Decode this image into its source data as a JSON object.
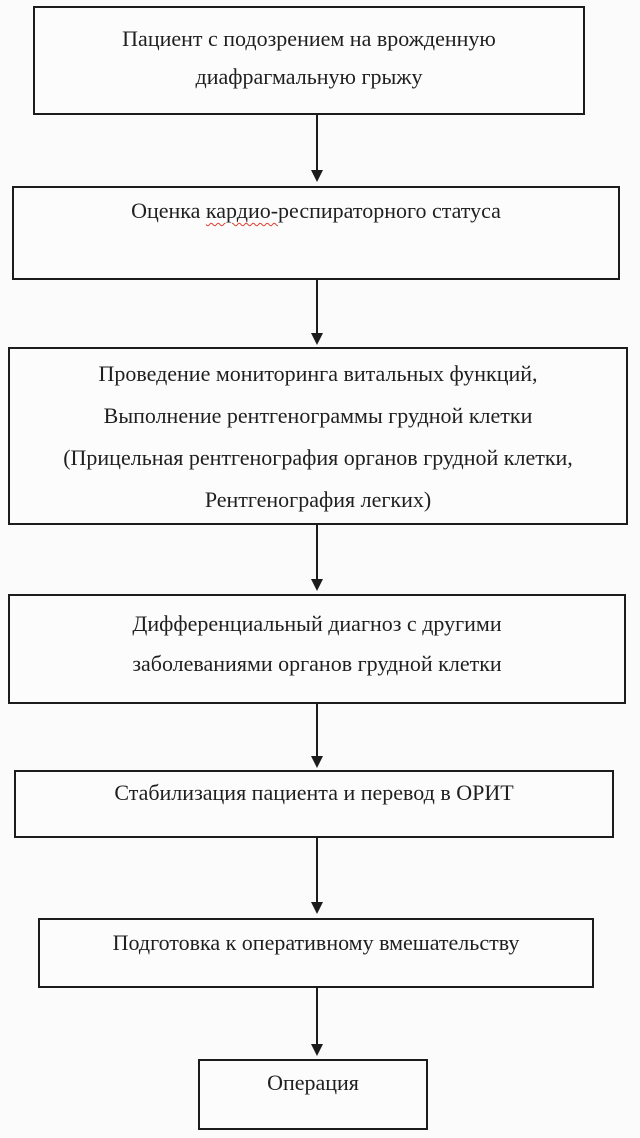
{
  "page": {
    "background": "#fbfbfb",
    "ink_color": "#1c1c1c",
    "spellcheck_underline_color": "#e03a2f",
    "language": "ru"
  },
  "flowchart": {
    "nodes": [
      {
        "name": "patient-suspected-cdh",
        "lines": [
          "Пациент с подозрением на врожденную",
          "диафрагмальную грыжу"
        ]
      },
      {
        "name": "cardio-respiratory-status-assessment",
        "text_before": "Оценка ",
        "text_misspelled": "кардио-",
        "text_after": "респираторного статуса"
      },
      {
        "name": "monitoring-and-chest-xray",
        "lines": [
          "Проведение мониторинга витальных функций,",
          "Выполнение рентгенограммы грудной клетки",
          "(Прицельная рентгенография органов грудной клетки,",
          "Рентгенография легких)"
        ]
      },
      {
        "name": "differential-diagnosis",
        "lines": [
          "Дифференциальный диагноз с другими",
          "заболеваниями органов грудной клетки"
        ]
      },
      {
        "name": "stabilization-transfer-icu",
        "lines": [
          "Стабилизация пациента и перевод в ОРИТ"
        ]
      },
      {
        "name": "surgery-preparation",
        "lines": [
          "Подготовка к оперативному вмешательству"
        ]
      },
      {
        "name": "operation",
        "lines": [
          "Операция"
        ]
      }
    ]
  }
}
